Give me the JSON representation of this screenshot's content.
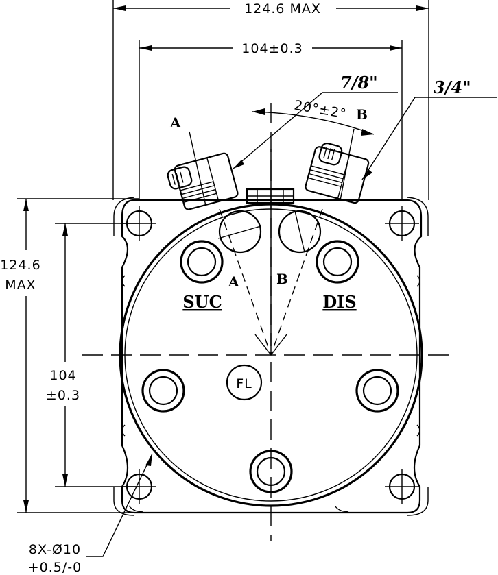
{
  "dimensions": {
    "overall_width": "124.6 MAX",
    "bolt_spacing_horizontal": "104±0.3",
    "overall_height_value": "124.6",
    "overall_height_suffix": "MAX",
    "bolt_spacing_vertical_value": "104",
    "bolt_spacing_vertical_tol": "±0.3",
    "bolt_holes_line1": "8X-Ø10",
    "bolt_holes_line2": "+0.5/-0"
  },
  "fittings": {
    "suction_size": "7/8\"",
    "discharge_size": "3/4\"",
    "angle": "20°±2°"
  },
  "ports": {
    "suction": "SUC",
    "discharge": "DIS",
    "fill": "FL"
  },
  "markers": {
    "a": "A",
    "b": "B"
  }
}
